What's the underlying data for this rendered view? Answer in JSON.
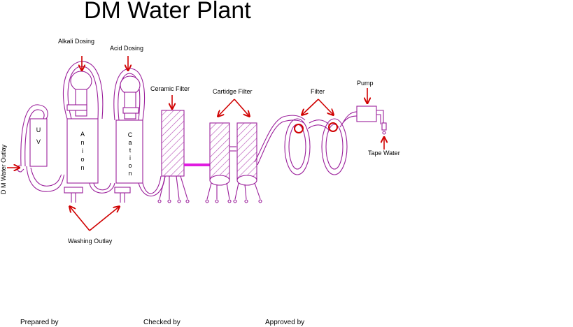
{
  "title": "DM Water Plant",
  "labels": {
    "alkali_dosing": "Alkali Dosing",
    "acid_dosing": "Acid Dosing",
    "ceramic_filter": "Ceramic Filter",
    "cartridge_filter": "Cartidge Filter",
    "filter": "Filter",
    "pump": "Pump",
    "tape_water": "Tape Water",
    "dm_water_outlay": "D M Water Outlay",
    "washing_outlay": "Washing Outlay",
    "uv": "U\nV",
    "anion": "A\nn\ni\no\nn",
    "cation": "C\na\nt\ni\no\nn"
  },
  "footer": {
    "prepared_by": "Prepared by",
    "checked_by": "Checked by",
    "approved_by": "Approved by"
  },
  "colors": {
    "pipe": "#9b1f9b",
    "hatch": "#b44ab4",
    "arrow": "#d00000",
    "connector": "#e01ce0"
  }
}
